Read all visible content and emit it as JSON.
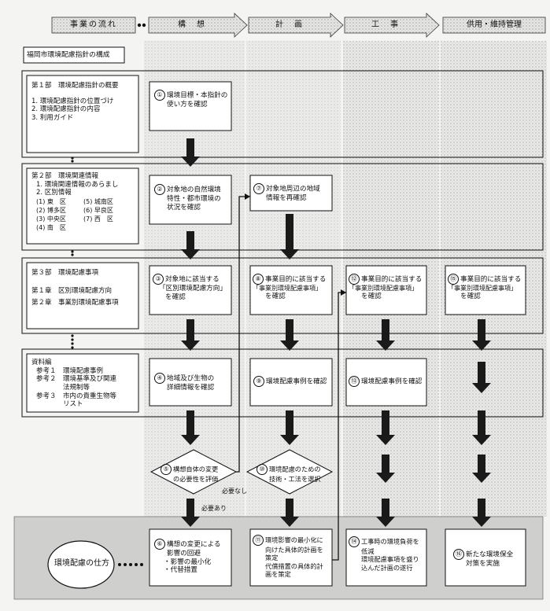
{
  "header": {
    "flow_label": "事業の流れ",
    "stages": [
      "構　想",
      "計　画",
      "工　事",
      "供用・維持管理"
    ]
  },
  "guideline_title": "福岡市環境配慮指針の構成",
  "sections": [
    {
      "title": "第１部　環境配慮指針の概要",
      "items": [
        "1. 環境配慮指針の位置づけ",
        "2. 環境配慮指針の内容",
        "3. 利用ガイド"
      ]
    },
    {
      "title": "第２部　環境関連情報",
      "items": [
        "1. 環境関連情報のあらまし",
        "2. 区別情報"
      ],
      "wards": [
        "(1) 東　区",
        "(5) 城南区",
        "(2) 博多区",
        "(6) 早良区",
        "(3) 中央区",
        "(7) 西　区",
        "(4) 南　区"
      ]
    },
    {
      "title": "第３部　環境配慮事項",
      "items": [
        "第１章　区別環境配慮方向",
        "第２章　事業別環境配慮事項"
      ]
    },
    {
      "title": "資料編",
      "items": [
        "参考１　環境配慮事例",
        "参考２　環境基準及び関連",
        "　　　　法規制等",
        "参考３　市内の貴重生物等",
        "　　　　リスト"
      ]
    }
  ],
  "boxes": {
    "b1": {
      "num": "①",
      "lines": [
        "環境目標・本指針の",
        "使い方を確認"
      ]
    },
    "b2": {
      "num": "②",
      "lines": [
        "対象地の自然環境",
        "特性・都市環境の",
        "状況を確認"
      ]
    },
    "b7": {
      "num": "⑦",
      "lines": [
        "対象地周辺の地域",
        "情報を再確認"
      ]
    },
    "b3": {
      "num": "③",
      "lines": [
        "対象地に該当する",
        "「区別環境配慮方向」",
        "を確認"
      ]
    },
    "b8": {
      "num": "⑧",
      "lines": [
        "事業目的に該当する",
        "「事業別環境配慮事項」",
        "を確認"
      ]
    },
    "b12": {
      "num": "⑫",
      "lines": [
        "事業目的に該当する",
        "「事業別環境配慮事項」",
        "を確認"
      ]
    },
    "b15": {
      "num": "⑮",
      "lines": [
        "事業目的に該当する",
        "「事業別環境配慮事項」",
        "を確認"
      ]
    },
    "b4": {
      "num": "④",
      "lines": [
        "地域及び生物の",
        "詳細情報を確認"
      ]
    },
    "b9": {
      "num": "⑨",
      "lines": [
        "環境配慮事例を確認"
      ]
    },
    "b13": {
      "num": "⑬",
      "lines": [
        "環境配慮事例を確認"
      ]
    },
    "d5": {
      "num": "⑤",
      "lines": [
        "構想自体の変更",
        "の必要性を評価"
      ]
    },
    "d10": {
      "num": "⑩",
      "lines": [
        "環境配慮のための",
        "技術・工法を選択"
      ]
    },
    "b6": {
      "num": "⑥",
      "lines": [
        "構想の変更による",
        "影響の回避",
        "・影響の最小化",
        "・代替措置"
      ]
    },
    "b11": {
      "num": "⑪",
      "lines": [
        "環境影響の最小化に",
        "向けた具体的計画を",
        "策定",
        "代償措置の具体的計",
        "画を策定"
      ]
    },
    "b14": {
      "num": "⑭",
      "lines": [
        "工事時の環境負荷を",
        "低減",
        "環境配慮事項を盛り",
        "込んだ計画の遂行"
      ]
    },
    "b16": {
      "num": "⑯",
      "lines": [
        "新たな環境保全",
        "対策を実施"
      ]
    }
  },
  "labels": {
    "not_needed": "必要なし",
    "needed": "必要あり",
    "method": "環境配慮の仕方"
  }
}
